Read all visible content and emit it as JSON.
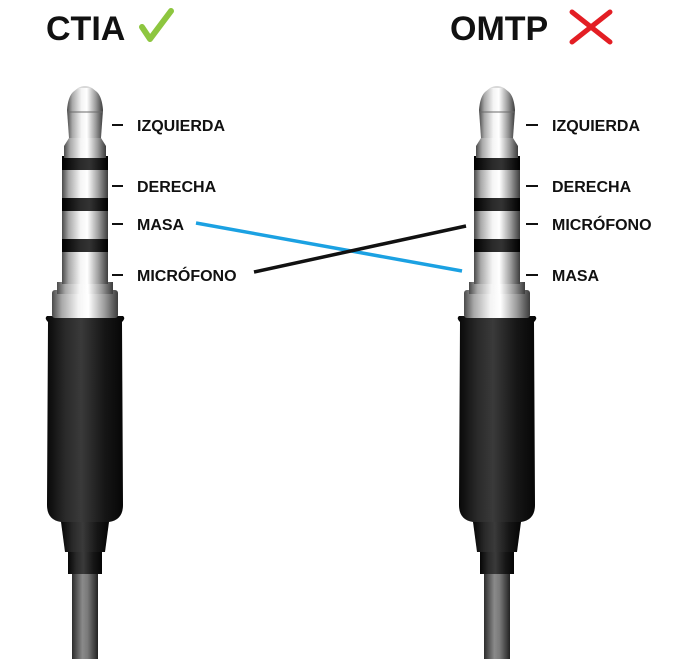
{
  "standards": [
    {
      "name": "CTIA",
      "status_icon": "check-icon",
      "status_color": "#8dc63f",
      "labels": [
        "IZQUIERDA",
        "DERECHA",
        "MASA",
        "MICRÓFONO"
      ]
    },
    {
      "name": "OMTP",
      "status_icon": "cross-icon",
      "status_color": "#e31e24",
      "labels": [
        "IZQUIERDA",
        "DERECHA",
        "MICRÓFONO",
        "MASA"
      ]
    }
  ],
  "connectors": {
    "ground_color": "#1ba1e2",
    "mic_color": "#111111"
  }
}
